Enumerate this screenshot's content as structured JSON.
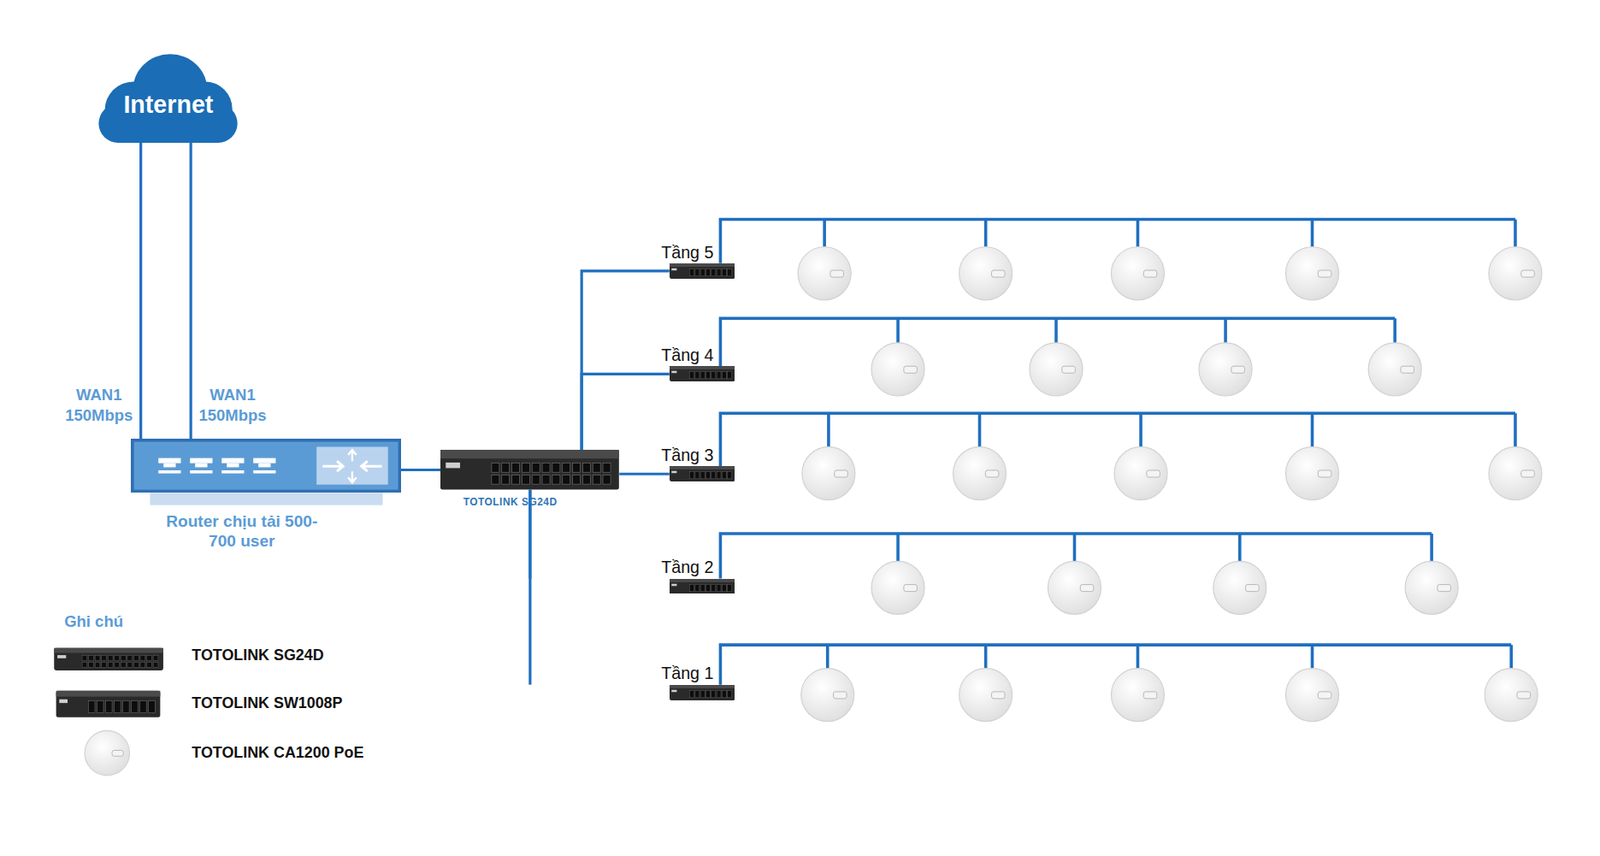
{
  "diagram": {
    "nodes": [
      {
        "text": [
          "Internet"
        ]
      },
      {
        "text": [
          "Router chịu tải 500-700 user"
        ]
      },
      {
        "text": [
          "TOTOLINK SG24D"
        ]
      },
      {
        "text": [
          "Tầng 5"
        ]
      },
      {
        "text": [
          "Tầng 4"
        ]
      },
      {
        "text": [
          "Tầng 3"
        ]
      },
      {
        "text": [
          "Tầng 2"
        ]
      },
      {
        "text": [
          "Tầng 1"
        ]
      }
    ],
    "edges": [
      {
        "from": 0,
        "to": 1,
        "label": "WAN1 150Mbps",
        "arrow": "none"
      },
      {
        "from": 0,
        "to": 1,
        "label": "WAN1 150Mbps",
        "arrow": "none"
      },
      {
        "from": 1,
        "to": 2,
        "arrow": "none"
      },
      {
        "from": 2,
        "to": 3,
        "arrow": "none"
      },
      {
        "from": 2,
        "to": 4,
        "arrow": "none"
      },
      {
        "from": 2,
        "to": 5,
        "arrow": "none"
      },
      {
        "from": 2,
        "to": 6,
        "arrow": "none"
      },
      {
        "from": 2,
        "to": 7,
        "arrow": "none"
      }
    ],
    "labels": [
      "Ghi chú"
    ],
    "legend": [
      {
        "text": "TOTOLINK SG24D"
      },
      {
        "text": "TOTOLINK SW1008P"
      },
      {
        "text": "TOTOLINK CA1200 PoE"
      }
    ]
  }
}
